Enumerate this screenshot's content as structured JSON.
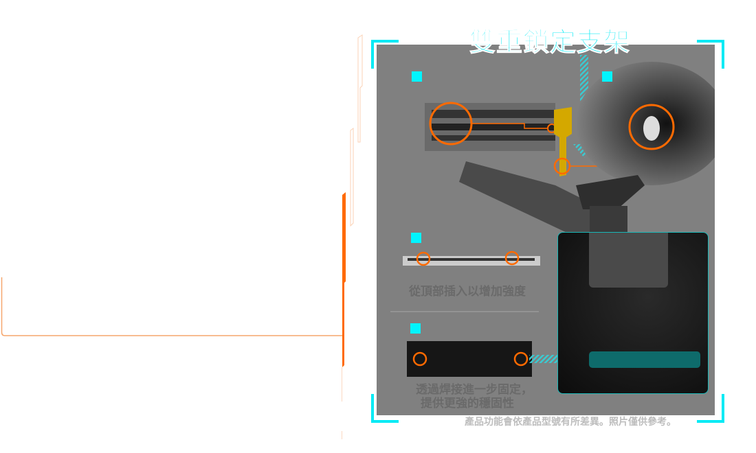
{
  "title": "雙重鎖定支架",
  "caption_top_insert": "從頂部插入以增加強度",
  "caption_solder_line1": "透過焊接進一步固定，",
  "caption_solder_line2": "提供更強的穩固性",
  "disclaimer": "產品功能會依產品型號有所差異。照片僅供參考。",
  "colors": {
    "accent_cyan": "#00eaf5",
    "accent_orange": "#ff6a00",
    "panel_gray": "#808080",
    "bracket_gold": "#d4a800"
  }
}
